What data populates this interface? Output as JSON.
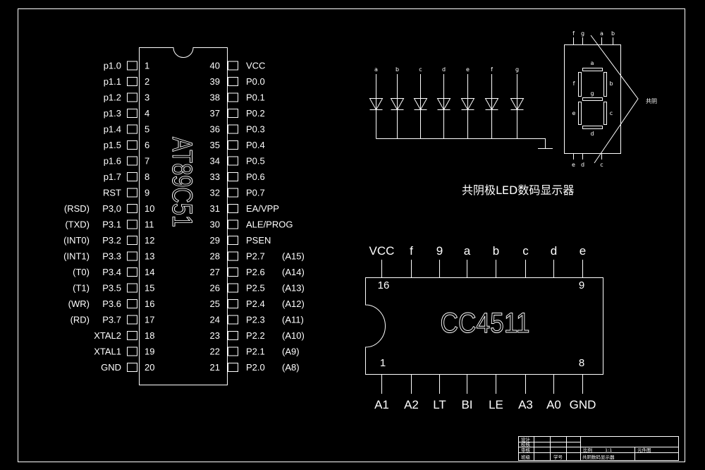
{
  "drawing": {
    "at89c51": {
      "label": "AT89C51",
      "left_pins": [
        {
          "num": "1",
          "name": "p1.0"
        },
        {
          "num": "2",
          "name": "p1.1"
        },
        {
          "num": "3",
          "name": "p1.2"
        },
        {
          "num": "4",
          "name": "p1.3"
        },
        {
          "num": "5",
          "name": "p1.4"
        },
        {
          "num": "6",
          "name": "p1.5"
        },
        {
          "num": "7",
          "name": "p1.6"
        },
        {
          "num": "8",
          "name": "p1.7"
        },
        {
          "num": "9",
          "name": "RST"
        },
        {
          "num": "10",
          "name": "P3,0",
          "alt": "(RSD)"
        },
        {
          "num": "11",
          "name": "P3.1",
          "alt": "(TXD)"
        },
        {
          "num": "12",
          "name": "P3.2",
          "alt": "(INT0)"
        },
        {
          "num": "13",
          "name": "P3.3",
          "alt": "(INT1)"
        },
        {
          "num": "14",
          "name": "P3.4",
          "alt": "(T0)"
        },
        {
          "num": "15",
          "name": "P3.5",
          "alt": "(T1)"
        },
        {
          "num": "16",
          "name": "P3.6",
          "alt": "(WR)"
        },
        {
          "num": "17",
          "name": "P3.7",
          "alt": "(RD)"
        },
        {
          "num": "18",
          "name": "XTAL2"
        },
        {
          "num": "19",
          "name": "XTAL1"
        },
        {
          "num": "20",
          "name": "GND"
        }
      ],
      "right_pins": [
        {
          "num": "40",
          "name": "VCC"
        },
        {
          "num": "39",
          "name": "P0.0"
        },
        {
          "num": "38",
          "name": "P0.1"
        },
        {
          "num": "37",
          "name": "P0.2"
        },
        {
          "num": "36",
          "name": "P0.3"
        },
        {
          "num": "35",
          "name": "P0.4"
        },
        {
          "num": "34",
          "name": "P0.5"
        },
        {
          "num": "33",
          "name": "P0.6"
        },
        {
          "num": "32",
          "name": "P0.7"
        },
        {
          "num": "31",
          "name": "EA/VPP"
        },
        {
          "num": "30",
          "name": "ALE/PROG"
        },
        {
          "num": "29",
          "name": "PSEN"
        },
        {
          "num": "28",
          "name": "P2.7",
          "alt": "(A15)"
        },
        {
          "num": "27",
          "name": "P2.6",
          "alt": "(A14)"
        },
        {
          "num": "26",
          "name": "P2.5",
          "alt": "(A13)"
        },
        {
          "num": "25",
          "name": "P2.4",
          "alt": "(A12)"
        },
        {
          "num": "24",
          "name": "P2.3",
          "alt": "(A11)"
        },
        {
          "num": "23",
          "name": "P2.2",
          "alt": "(A10)"
        },
        {
          "num": "22",
          "name": "P2.1",
          "alt": "(A9)"
        },
        {
          "num": "21",
          "name": "P2.0",
          "alt": "(A8)"
        }
      ]
    },
    "led_diodes": {
      "labels": [
        "a",
        "b",
        "c",
        "d",
        "e",
        "f",
        "g"
      ]
    },
    "seven_segment": {
      "top_pins": [
        "f",
        "g",
        "a",
        "b"
      ],
      "bottom_pins": [
        "e",
        "d",
        "c"
      ],
      "segments": [
        "a",
        "b",
        "c",
        "d",
        "e",
        "f",
        "g"
      ],
      "common_label": "共阴",
      "caption": "共阴极LED数码显示器"
    },
    "cc4511": {
      "label": "CC4511",
      "top_pins": [
        "VCC",
        "f",
        "9",
        "a",
        "b",
        "c",
        "d",
        "e"
      ],
      "bottom_pins": [
        "A1",
        "A2",
        "LT",
        "BI",
        "LE",
        "A3",
        "A0",
        "GND"
      ],
      "pin_numbers": {
        "top_left": "16",
        "top_right": "9",
        "bottom_left": "1",
        "bottom_right": "8"
      }
    },
    "title_block": {
      "rows": [
        "设计",
        "校核",
        "审核",
        "班级"
      ],
      "student_id": "学号",
      "scale_label": "比例",
      "scale": "1:1",
      "sheet_type": "元件图",
      "drawing_name": "共阴数码显示器"
    }
  },
  "colors": {
    "background": "#000000",
    "line": "#ffffff"
  }
}
